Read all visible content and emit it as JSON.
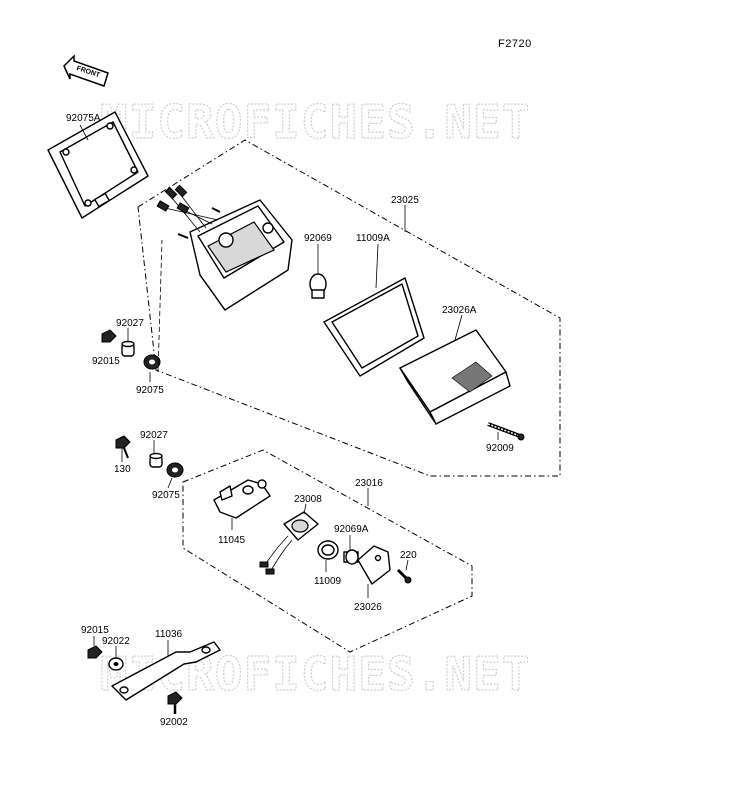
{
  "figure_code": "F2720",
  "front_label": "FRONT",
  "watermark": "MICROFICHES.NET",
  "parts": {
    "p92075A": "92075A",
    "p23025": "23025",
    "p92069": "92069",
    "p11009A": "11009A",
    "p23026A": "23026A",
    "p92027a": "92027",
    "p92015a": "92015",
    "p92075a": "92075",
    "p92009": "92009",
    "p92027b": "92027",
    "p130": "130",
    "p92075b": "92075",
    "p23016": "23016",
    "p23008": "23008",
    "p92069A": "92069A",
    "p11045": "11045",
    "p220": "220",
    "p11009": "11009",
    "p23026": "23026",
    "p92015b": "92015",
    "p92022": "92022",
    "p11036": "11036",
    "p92002": "92002"
  }
}
